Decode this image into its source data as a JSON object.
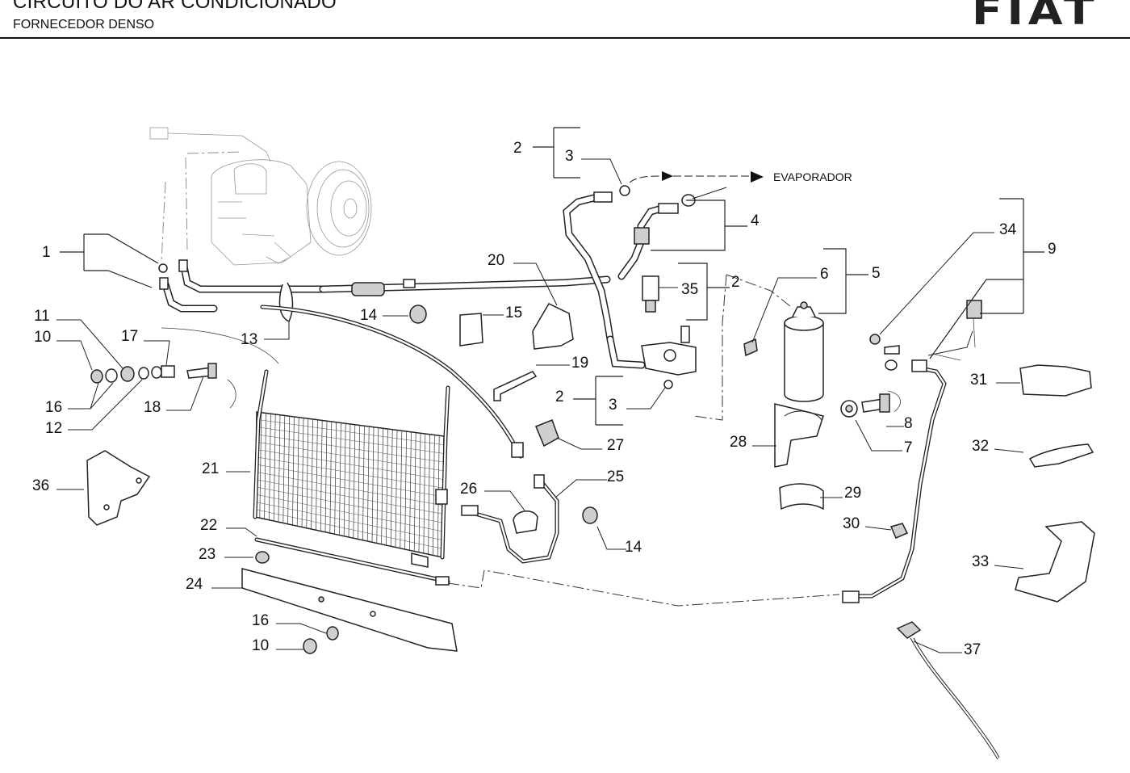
{
  "header": {
    "title": "CIRCUITO DO AR CONDICIONADO",
    "subtitle": "FORNECEDOR DENSO",
    "logo": "FIAT"
  },
  "diagram": {
    "arrow_label": "EVAPORADOR",
    "callouts": {
      "c1": "1",
      "c2a": "2",
      "c2b": "2",
      "c2c": "2",
      "c3a": "3",
      "c3b": "3",
      "c4": "4",
      "c5": "5",
      "c6": "6",
      "c7": "7",
      "c8": "8",
      "c9": "9",
      "c10a": "10",
      "c10b": "10",
      "c11": "11",
      "c12": "12",
      "c13": "13",
      "c14a": "14",
      "c14b": "14",
      "c15": "15",
      "c16a": "16",
      "c16b": "16",
      "c17": "17",
      "c18": "18",
      "c19": "19",
      "c20": "20",
      "c21": "21",
      "c22": "22",
      "c23": "23",
      "c24": "24",
      "c25": "25",
      "c26": "26",
      "c27": "27",
      "c28": "28",
      "c29": "29",
      "c30": "30",
      "c31": "31",
      "c32": "32",
      "c33": "33",
      "c34": "34",
      "c35": "35",
      "c36": "36",
      "c37": "37"
    }
  }
}
